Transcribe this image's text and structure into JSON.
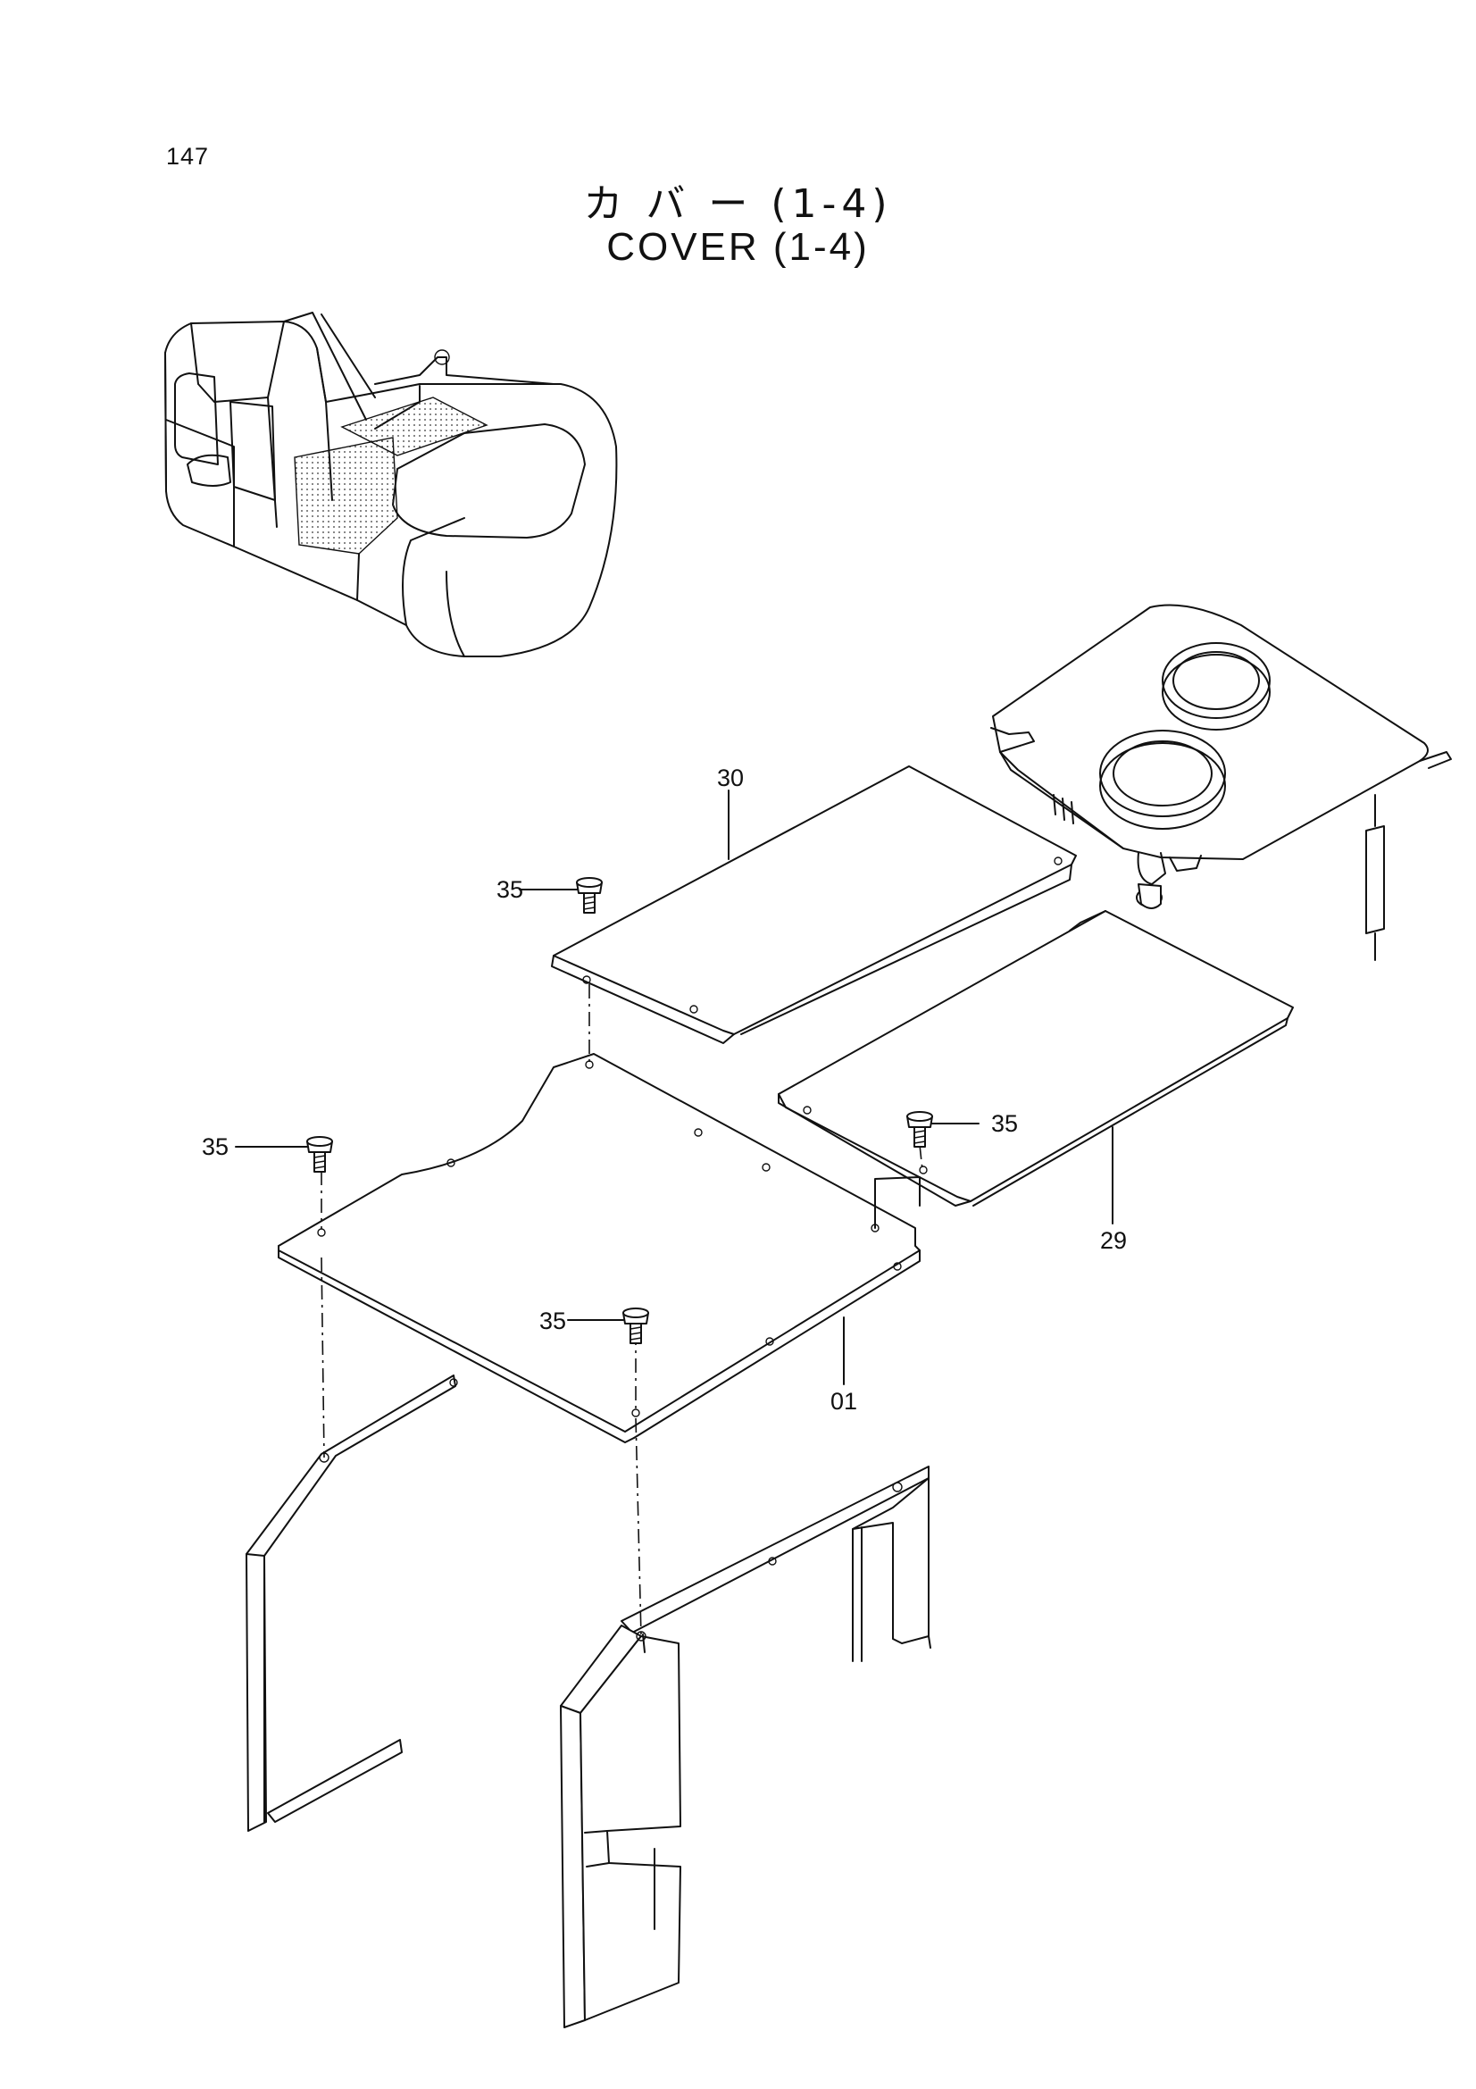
{
  "header": {
    "page_number": "147",
    "title_japanese": "カ バ ー  (1-4)",
    "title_english": "COVER (1-4)"
  },
  "callouts": {
    "part_30": "30",
    "part_35_a": "35",
    "part_35_b": "35",
    "part_35_c": "35",
    "part_35_d": "35",
    "part_29": "29",
    "part_01": "01"
  }
}
